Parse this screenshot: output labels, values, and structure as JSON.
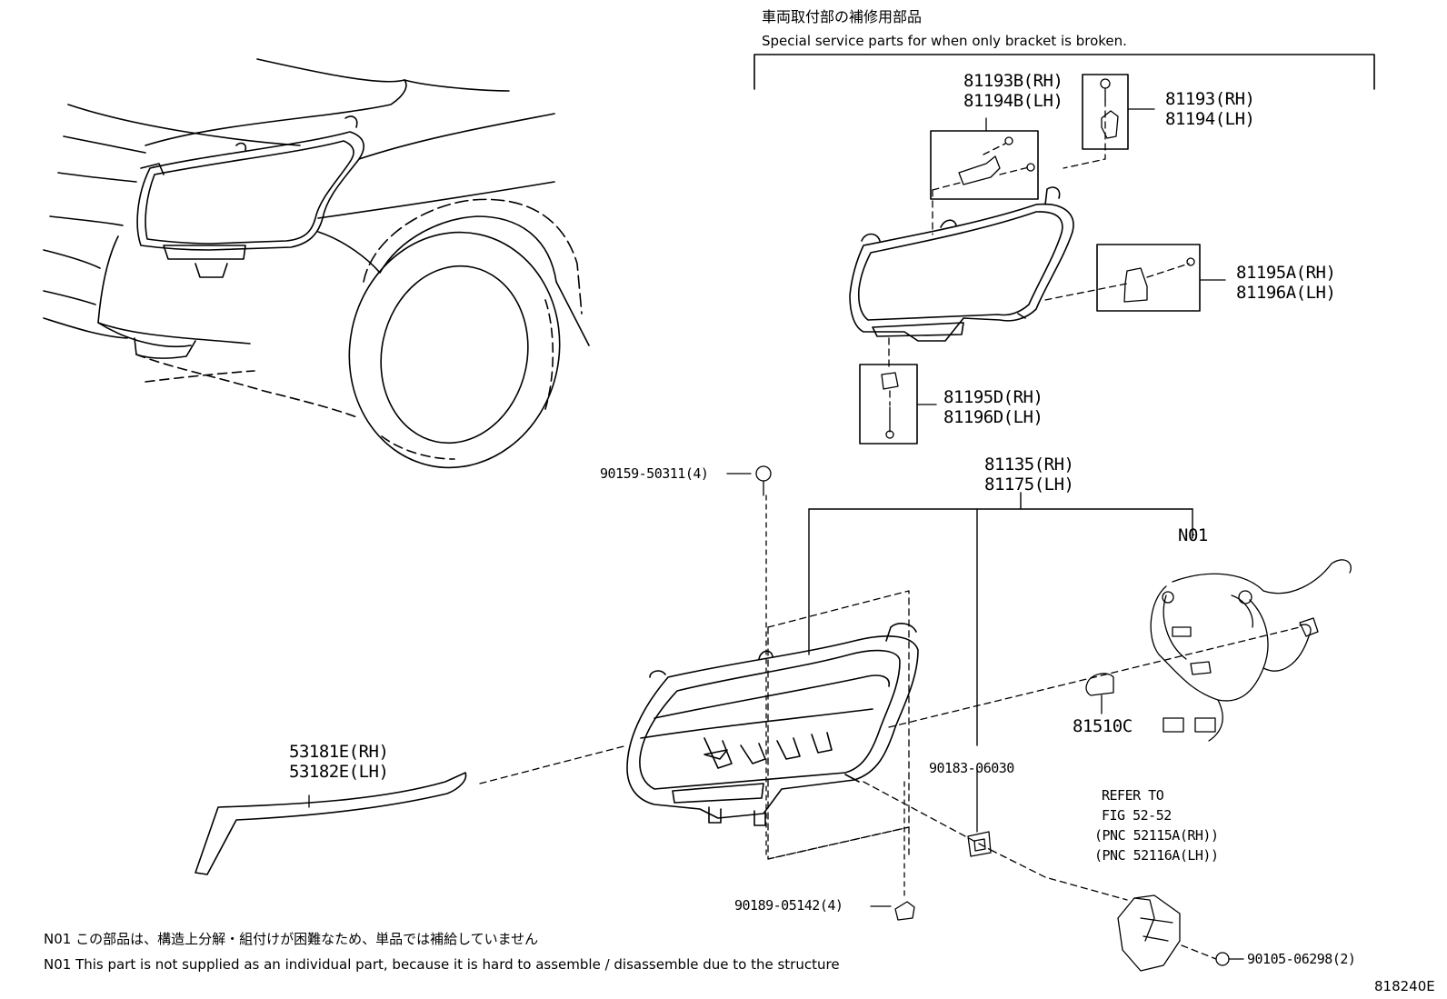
{
  "header": {
    "title_jp": "車両取付部の補修用部品",
    "title_en": "Special service parts for when only bracket is broken."
  },
  "parts": {
    "p81193B": "81193B(RH)",
    "p81194B": "81194B(LH)",
    "p81193": "81193(RH)",
    "p81194": "81194(LH)",
    "p81195A": "81195A(RH)",
    "p81196A": "81196A(LH)",
    "p81195D": "81195D(RH)",
    "p81196D": "81196D(LH)",
    "p90159": "90159-50311(4)",
    "p81135": "81135(RH)",
    "p81175": "81175(LH)",
    "n01": "N01",
    "p81510C": "81510C",
    "p53181E": "53181E(RH)",
    "p53182E": "53182E(LH)",
    "p90183": "90183-06030",
    "refer1": "REFER TO",
    "refer2": "FIG 52-52",
    "refer3": "(PNC 52115A(RH))",
    "refer4": "(PNC 52116A(LH))",
    "p90189": "90189-05142(4)",
    "p90105": "90105-06298(2)"
  },
  "notes": {
    "jp": "N01 この部品は、構造上分解・組付けが困難なため、単品では補給していません",
    "en": "N01 This part is not supplied as an individual part, because it is hard to assemble / disassemble due to the structure"
  },
  "figure_id": "818240E"
}
